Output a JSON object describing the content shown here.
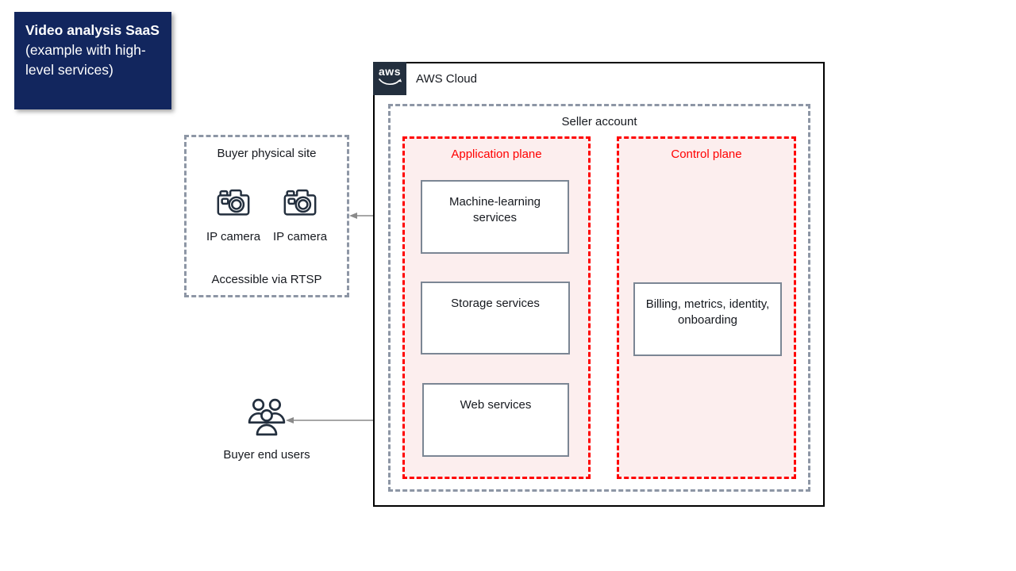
{
  "title": {
    "bold": "Video analysis SaaS",
    "rest": "(example with high-level services)"
  },
  "aws_cloud": {
    "logo_text": "aws",
    "label": "AWS Cloud"
  },
  "seller_account": {
    "label": "Seller account"
  },
  "buyer_site": {
    "label": "Buyer physical site",
    "camera1_label": "IP camera",
    "camera2_label": "IP camera",
    "footer": "Accessible via RTSP",
    "icons": [
      "camera-icon",
      "camera-icon"
    ]
  },
  "buyer_users": {
    "label": "Buyer end users",
    "icon": "users-icon"
  },
  "application_plane": {
    "label": "Application plane",
    "boxes": [
      {
        "label": "Machine-learning services"
      },
      {
        "label": "Storage services"
      },
      {
        "label": "Web services"
      }
    ]
  },
  "control_plane": {
    "label": "Control plane",
    "boxes": [
      {
        "label": "Billing, metrics, identity, onboarding"
      }
    ]
  },
  "connections": [
    {
      "from": "buyer-physical-site",
      "to": "machine-learning-services",
      "direction": "both"
    },
    {
      "from": "buyer-end-users",
      "to": "web-services",
      "direction": "both"
    },
    {
      "from": "machine-learning-services",
      "to": "storage-services",
      "direction": "both"
    },
    {
      "from": "storage-services",
      "to": "web-services",
      "direction": "both"
    },
    {
      "from": "storage-services",
      "to": "billing-metrics-identity-onboarding",
      "direction": "both"
    },
    {
      "from": "machine-learning-services",
      "to": "billing-metrics-identity-onboarding",
      "direction": "one-way"
    },
    {
      "from": "web-services",
      "to": "billing-metrics-identity-onboarding",
      "direction": "one-way"
    }
  ],
  "colors": {
    "title_navy": "#12265E",
    "logo_navy": "#232F3E",
    "plane_red": "#FF0000",
    "plane_pink_fill": "#FCEEEE",
    "node_border_gray": "#7B8694",
    "dashed_gray": "#8D96A5",
    "arrow_gray": "#8A8A8A"
  }
}
